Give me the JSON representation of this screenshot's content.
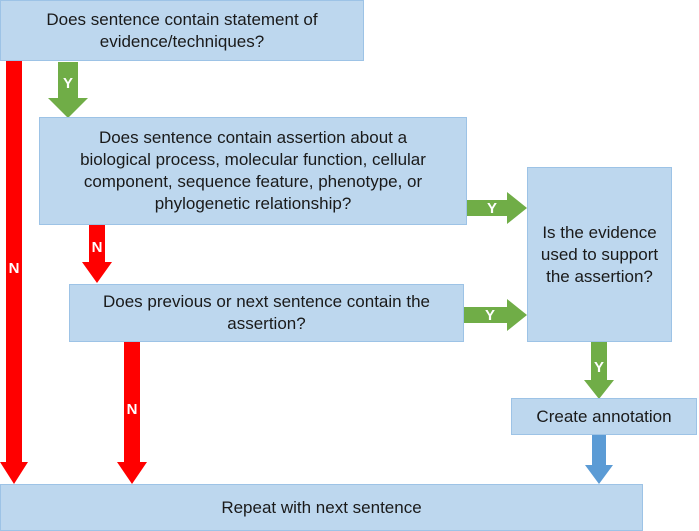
{
  "nodes": {
    "q1": "Does sentence contain statement of\nevidence/techniques?",
    "q2": "Does sentence contain assertion about a\nbiological process, molecular function, cellular\ncomponent, sequence feature, phenotype, or\nphylogenetic relationship?",
    "q3": "Does previous or next sentence contain the\nassertion?",
    "q4": "Is the evidence\nused to support\nthe assertion?",
    "create": "Create annotation",
    "repeat": "Repeat with next sentence"
  },
  "edges": {
    "q1_yes": "Y",
    "q1_no": "N",
    "q2_yes": "Y",
    "q2_no": "N",
    "q3_yes": "Y",
    "q3_no": "N",
    "q4_yes": "Y"
  },
  "colors": {
    "box_fill": "#bdd7ee",
    "box_border": "#9dc3e6",
    "yes_arrow": "#70ad47",
    "no_arrow": "#ff0000",
    "plain_arrow": "#5b9bd5"
  }
}
